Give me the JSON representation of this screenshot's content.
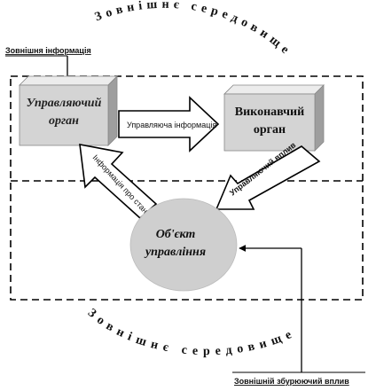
{
  "environment": {
    "top_label": "Зовнішнє середовище",
    "bottom_label": "Зовнішнє середовище"
  },
  "external_info": "Зовнішня інформація",
  "control_organ": {
    "line1": "Управляючий",
    "line2": "орган"
  },
  "executive_organ": {
    "line1": "Виконавчий",
    "line2": "орган"
  },
  "control_info_arrow": "Управляюча інформація",
  "control_impact_arrow": "Управляючий вплив",
  "state_info_arrow": "Інформація про стан об'єкта",
  "object": {
    "line1": "Об'єкт",
    "line2": "управління"
  },
  "external_disturbance": "Зовнішній збурюючий вплив",
  "colors": {
    "box_face": "#d4d4d4",
    "box_top": "#ececec",
    "box_side": "#9e9e9e",
    "object_fill": "#cfcfcf",
    "dashed": "#000000"
  }
}
